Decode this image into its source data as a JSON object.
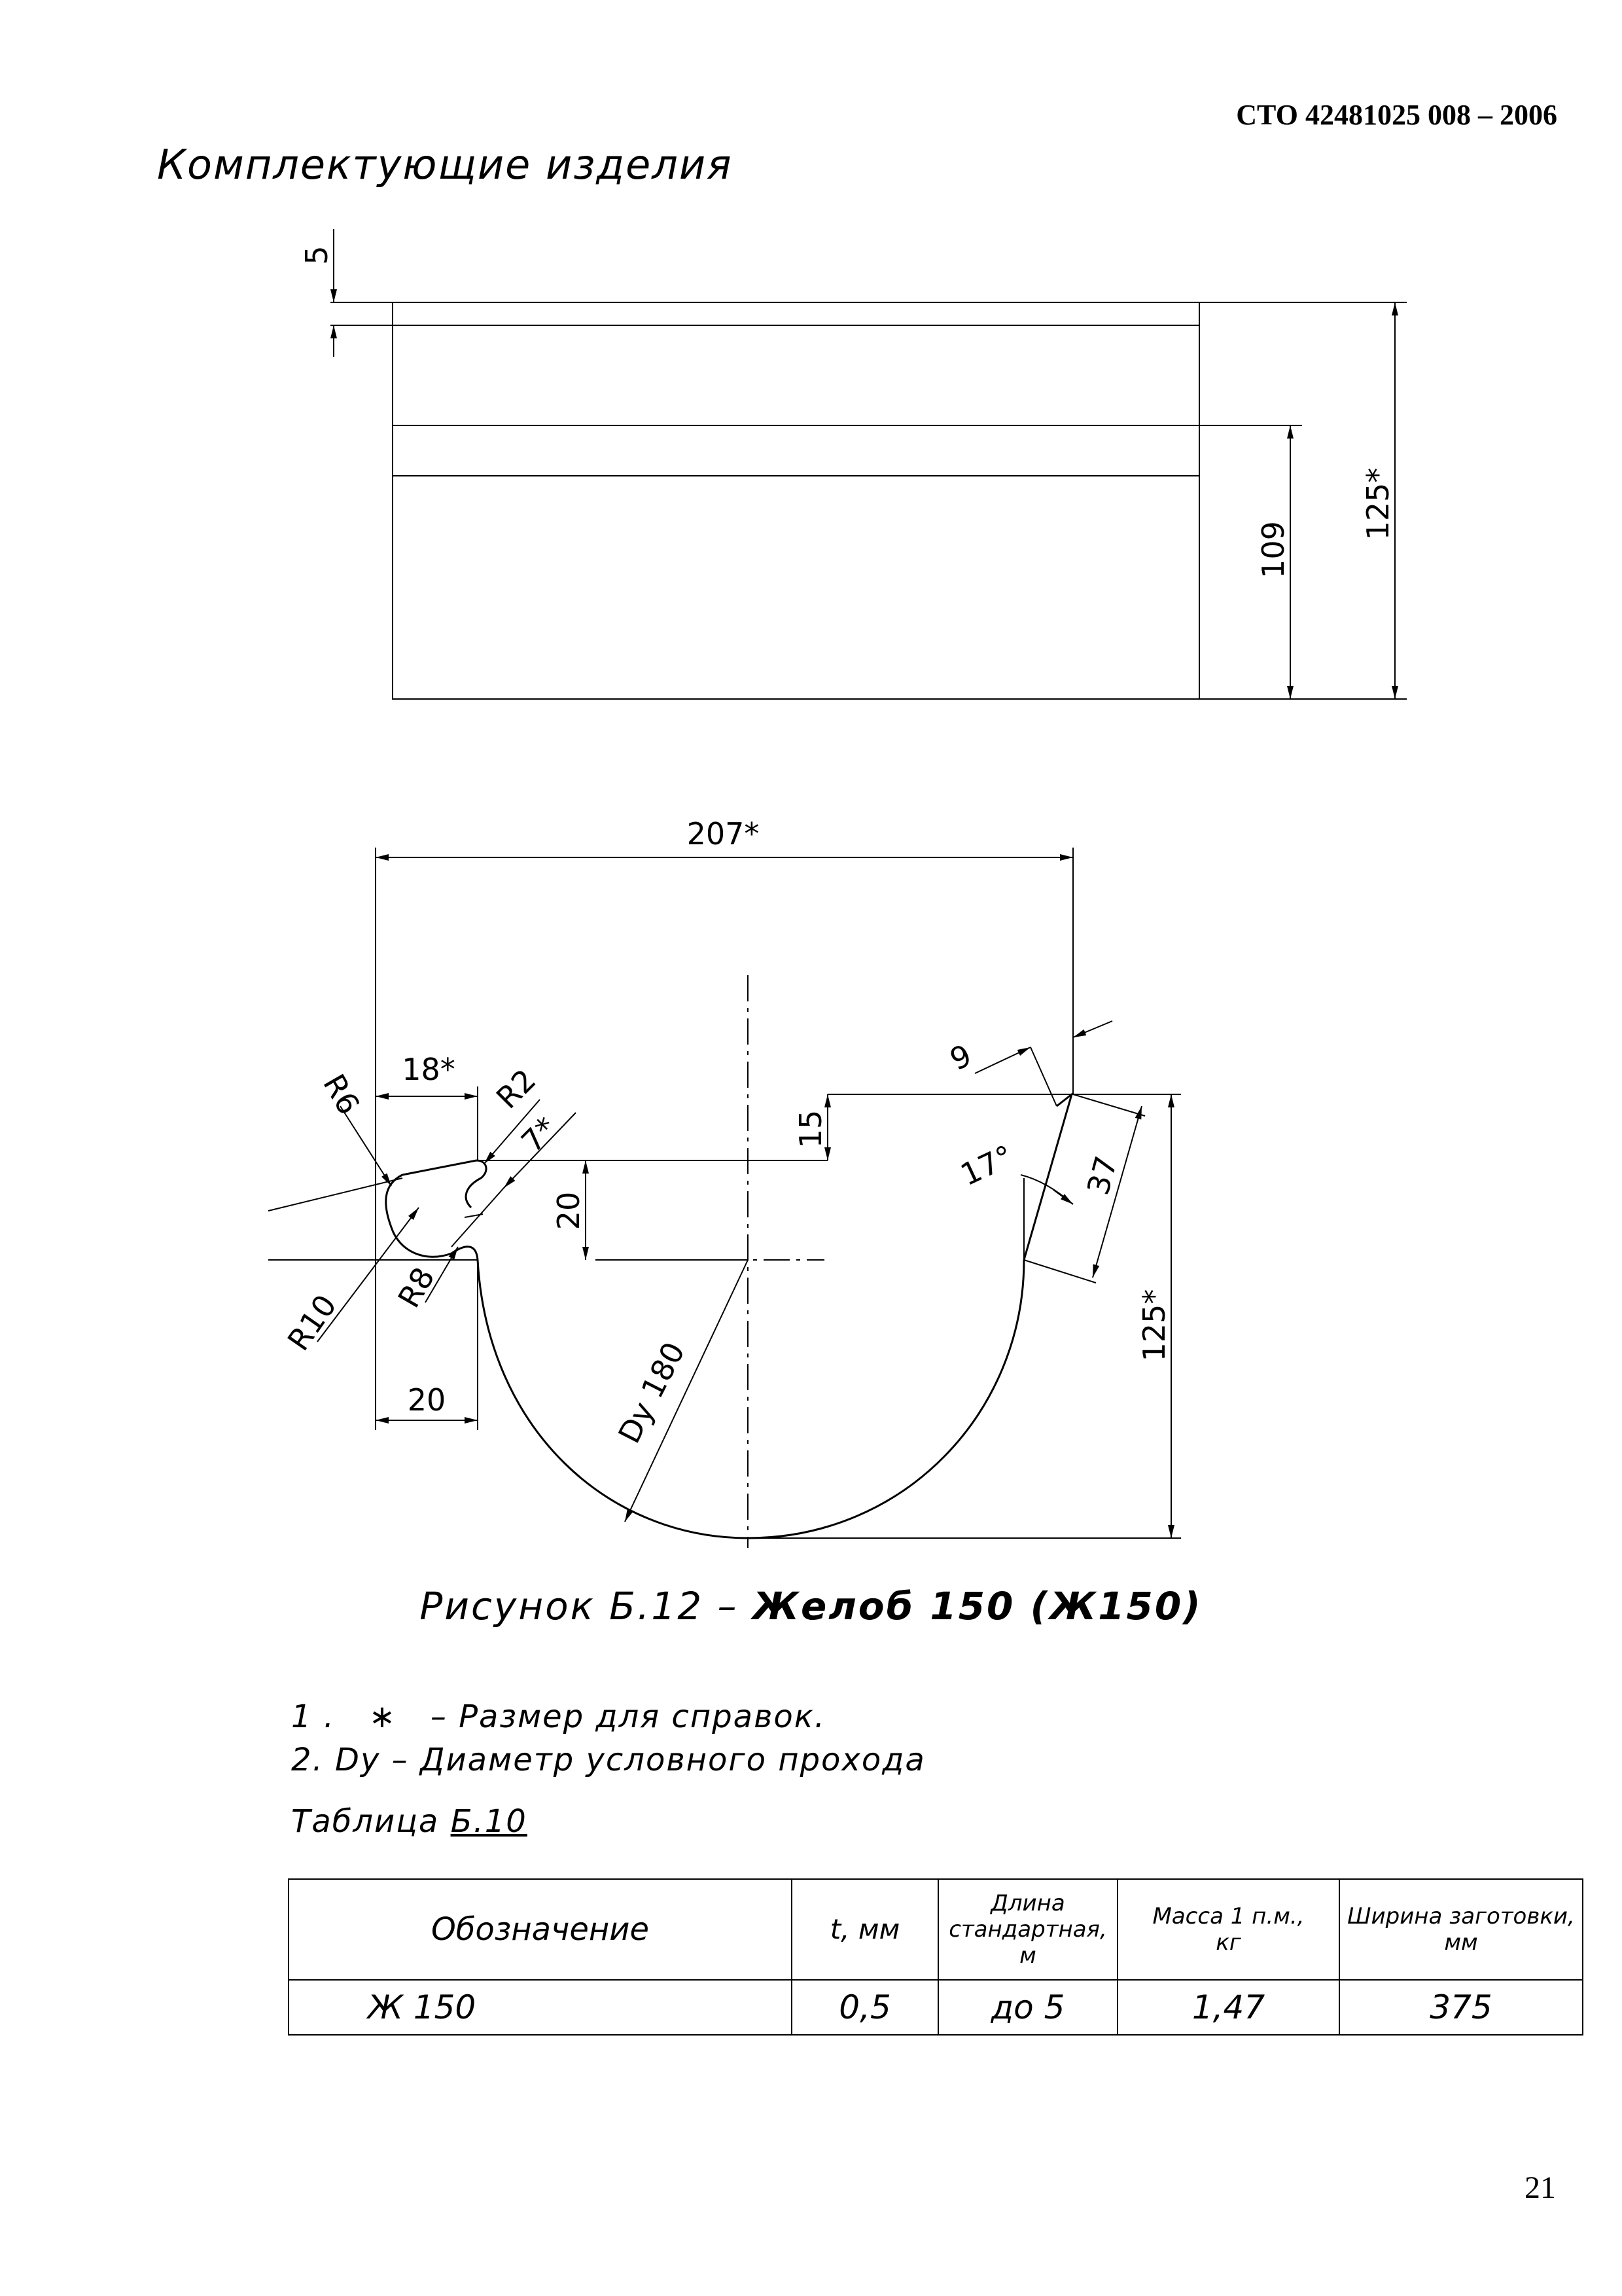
{
  "header": {
    "doc_code": "СТО 42481025 008 – 2006"
  },
  "section_title": "Комплектующие изделия",
  "drawing": {
    "dims": {
      "top_5": "5",
      "side_109": "109",
      "side_125": "125*",
      "width_207": "207*",
      "d18": "18*",
      "r6": "R6",
      "r2": "R2",
      "d7": "7*",
      "d9": "9",
      "d15": "15",
      "d20_vert": "20",
      "angle17": "17°",
      "d37": "37",
      "height125": "125*",
      "r10": "R10",
      "r8": "R8",
      "dy180": "Dy 180",
      "d20_horiz": "20"
    }
  },
  "figure_caption": {
    "prefix": "Рисунок Б.12 – ",
    "title": "Желоб 150 (Ж150)"
  },
  "notes": [
    "1 .   ∗   – Размер для справок.",
    "2. Dy – Диаметр условного прохода"
  ],
  "table": {
    "title_prefix": "Таблица ",
    "title_number": "Б.10",
    "headers": {
      "designation": "Обозначение",
      "thickness": "t, мм",
      "length_1": "Длина",
      "length_2": "стандартная,",
      "length_3": "м",
      "mass_1": "Масса 1  п.м.,",
      "mass_2": "кг",
      "width_1": "Ширина заготовки,",
      "width_2": "мм"
    },
    "rows": [
      {
        "designation": "Ж 150",
        "thickness": "0,5",
        "length": "до 5",
        "mass": "1,47",
        "width": "375"
      }
    ]
  },
  "page_number": "21"
}
